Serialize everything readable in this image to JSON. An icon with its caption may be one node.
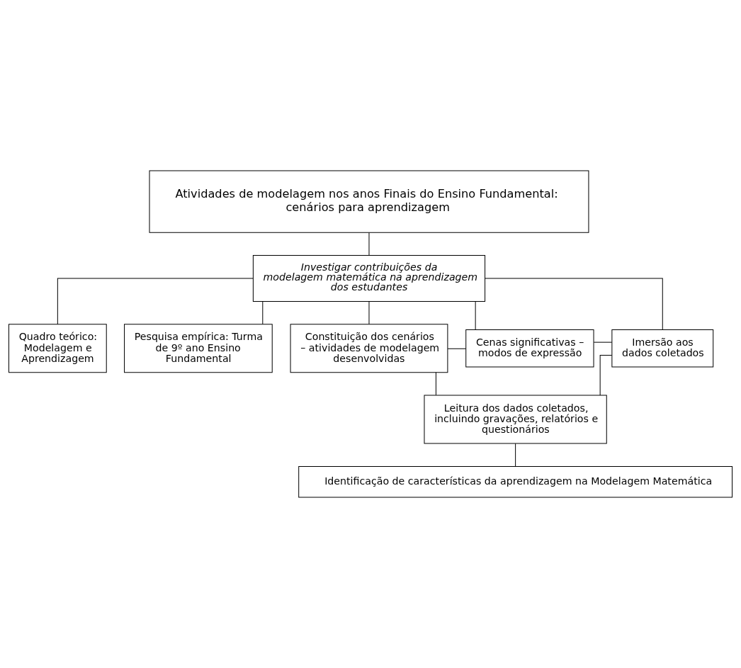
{
  "diagram": {
    "nodes": [
      {
        "text": [
          "Atividades de modelagem nos anos Finais do Ensino Fundamental: cenários para aprendizagem"
        ]
      },
      {
        "text": [
          "Investigar contribuições da modelagem matemática na aprendizagem dos estudantes"
        ]
      },
      {
        "text": [
          "Quadro teórico:",
          "Modelagem e Aprendizagem"
        ]
      },
      {
        "text": [
          "Pesquisa empírica: Turma de 9º ano Ensino Fundamental"
        ]
      },
      {
        "text": [
          "Constituição dos cenários – atividades de modelagem desenvolvidas"
        ]
      },
      {
        "text": [
          "Cenas significativas – modos de expressão"
        ]
      },
      {
        "text": [
          "Imersão aos dados coletados"
        ]
      },
      {
        "text": [
          "Leitura dos dados coletados, incluindo gravações, relatórios e questionários"
        ]
      },
      {
        "text": [
          "Identificação de características da aprendizagem na Modelagem Matemática"
        ]
      }
    ],
    "edges": [
      {
        "from": 0,
        "to": 1,
        "arrow": "none"
      },
      {
        "from": 1,
        "to": 2,
        "arrow": "none"
      },
      {
        "from": 1,
        "to": 3,
        "arrow": "none"
      },
      {
        "from": 1,
        "to": 4,
        "arrow": "none"
      },
      {
        "from": 1,
        "to": 5,
        "arrow": "none"
      },
      {
        "from": 1,
        "to": 6,
        "arrow": "none"
      },
      {
        "from": 4,
        "to": 5,
        "arrow": "none"
      },
      {
        "from": 5,
        "to": 6,
        "arrow": "none"
      },
      {
        "from": 4,
        "to": 7,
        "arrow": "none"
      },
      {
        "from": 6,
        "to": 7,
        "arrow": "none"
      },
      {
        "from": 7,
        "to": 8,
        "arrow": "none"
      }
    ]
  }
}
